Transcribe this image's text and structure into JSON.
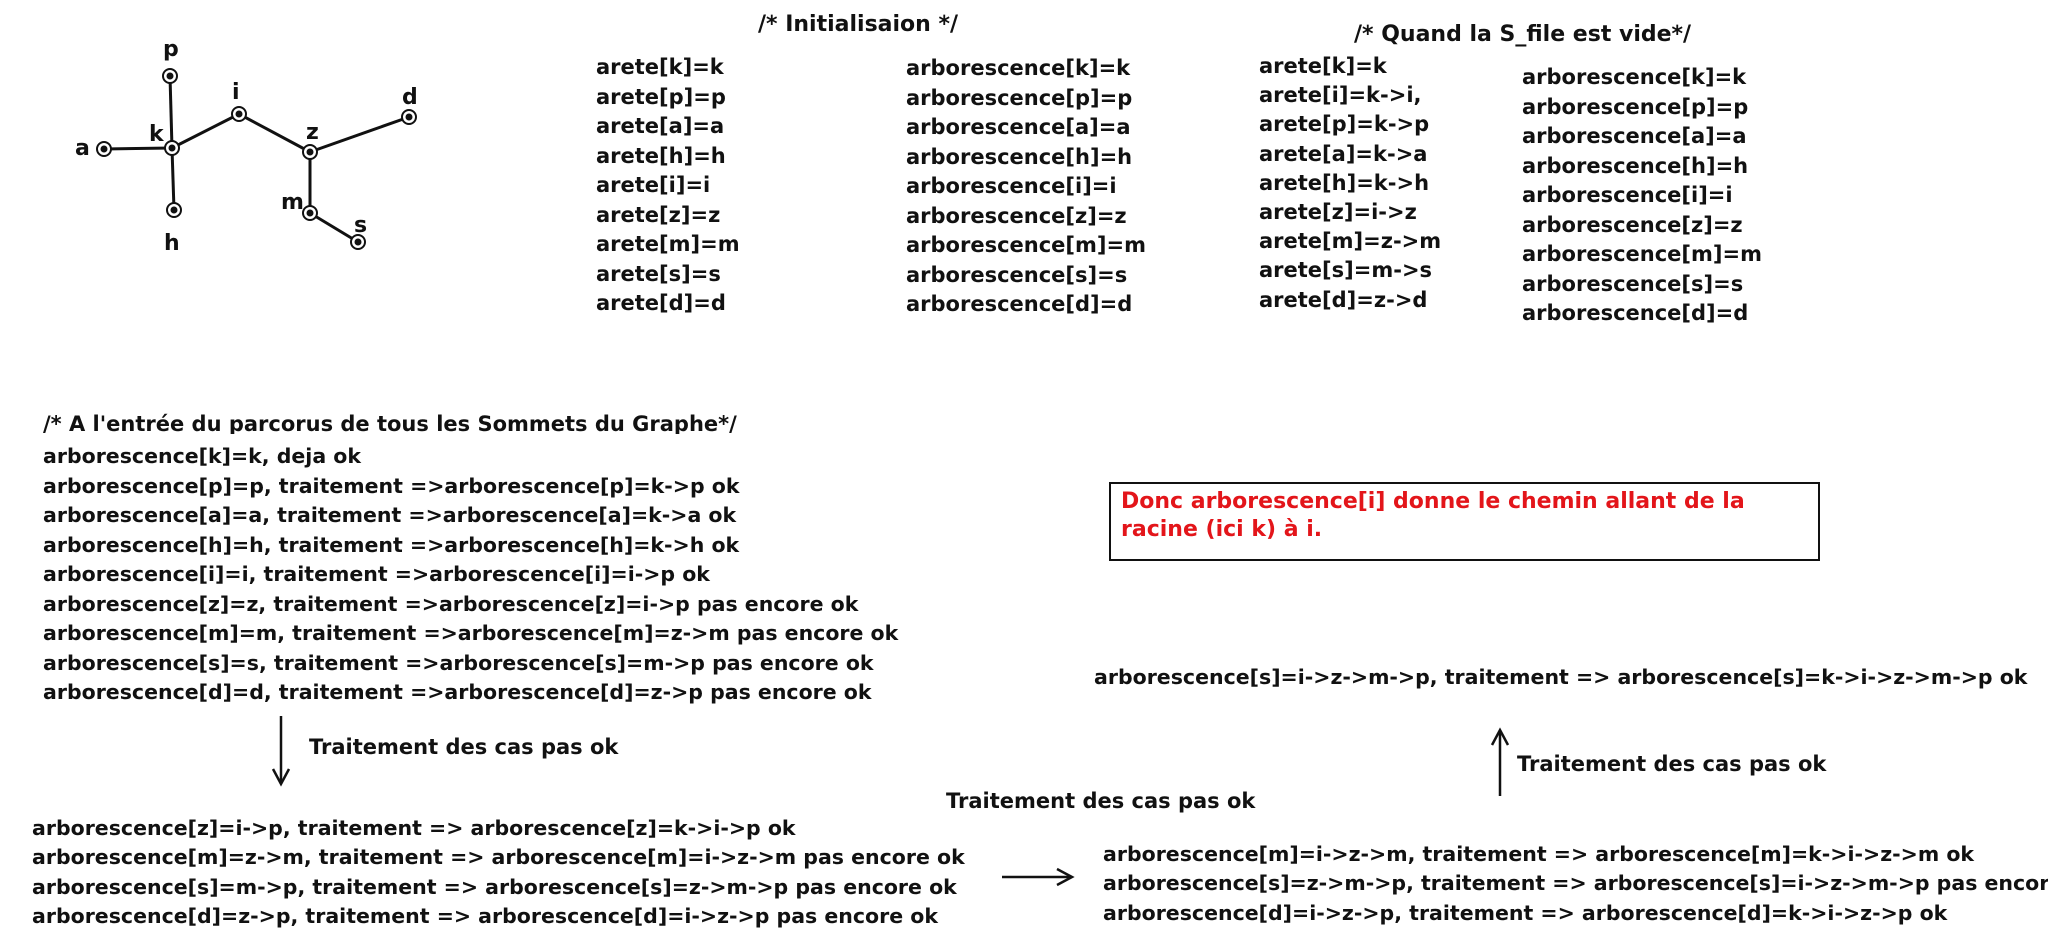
{
  "graph": {
    "vertices": [
      "p",
      "i",
      "d",
      "a",
      "k",
      "z",
      "m",
      "h",
      "s"
    ]
  },
  "init": {
    "title": "/* Initialisaion */",
    "arete": [
      "arete[k]=k",
      "arete[p]=p",
      "arete[a]=a",
      "arete[h]=h",
      "arete[i]=i",
      "arete[z]=z",
      "arete[m]=m",
      "arete[s]=s",
      "arete[d]=d"
    ],
    "arborescence": [
      "arborescence[k]=k",
      "arborescence[p]=p",
      "arborescence[a]=a",
      "arborescence[h]=h",
      "arborescence[i]=i",
      "arborescence[z]=z",
      "arborescence[m]=m",
      "arborescence[s]=s",
      "arborescence[d]=d"
    ]
  },
  "vide": {
    "title": "/* Quand la S_file est vide*/",
    "arete": [
      "arete[k]=k",
      "arete[i]=k->i,",
      "arete[p]=k->p",
      "arete[a]=k->a",
      "arete[h]=k->h",
      "arete[z]=i->z",
      "arete[m]=z->m",
      "arete[s]=m->s",
      "arete[d]=z->d"
    ],
    "arborescence": [
      "arborescence[k]=k",
      "arborescence[p]=p",
      "arborescence[a]=a",
      "arborescence[h]=h",
      "arborescence[i]=i",
      "arborescence[z]=z",
      "arborescence[m]=m",
      "arborescence[s]=s",
      "arborescence[d]=d"
    ]
  },
  "parcours": {
    "title": "/* A l'entrée du parcorus de tous les Sommets du Graphe*/",
    "lines": [
      "arborescence[k]=k, deja ok",
      "arborescence[p]=p, traitement =>arborescence[p]=k->p ok",
      "arborescence[a]=a, traitement =>arborescence[a]=k->a ok",
      "arborescence[h]=h, traitement =>arborescence[h]=k->h ok",
      "arborescence[i]=i, traitement =>arborescence[i]=i->p ok",
      "arborescence[z]=z, traitement =>arborescence[z]=i->p pas encore ok",
      "arborescence[m]=m, traitement =>arborescence[m]=z->m pas encore ok",
      "arborescence[s]=s, traitement =>arborescence[s]=m->p pas encore ok",
      "arborescence[d]=d, traitement =>arborescence[d]=z->p pas encore ok"
    ]
  },
  "step1": {
    "label": "Traitement des cas pas ok",
    "lines": [
      "arborescence[z]=i->p, traitement => arborescence[z]=k->i->p ok",
      "arborescence[m]=z->m, traitement => arborescence[m]=i->z->m pas encore ok",
      "arborescence[s]=m->p, traitement => arborescence[s]=z->m->p pas encore ok",
      "arborescence[d]=z->p, traitement => arborescence[d]=i->z->p pas encore ok"
    ]
  },
  "step2": {
    "label": "Traitement des cas pas ok",
    "lines": [
      "arborescence[m]=i->z->m, traitement => arborescence[m]=k->i->z->m ok",
      "arborescence[s]=z->m->p, traitement => arborescence[s]=i->z->m->p pas encore ok",
      "arborescence[d]=i->z->p, traitement => arborescence[d]=k->i->z->p ok"
    ]
  },
  "step3": {
    "label": "Traitement des cas pas ok",
    "line": "arborescence[s]=i->z->m->p, traitement => arborescence[s]=k->i->z->m->p ok"
  },
  "note": {
    "text": "Donc arborescence[i] donne le chemin allant de la racine (ici k) à i.",
    "color": "#e3151a"
  }
}
